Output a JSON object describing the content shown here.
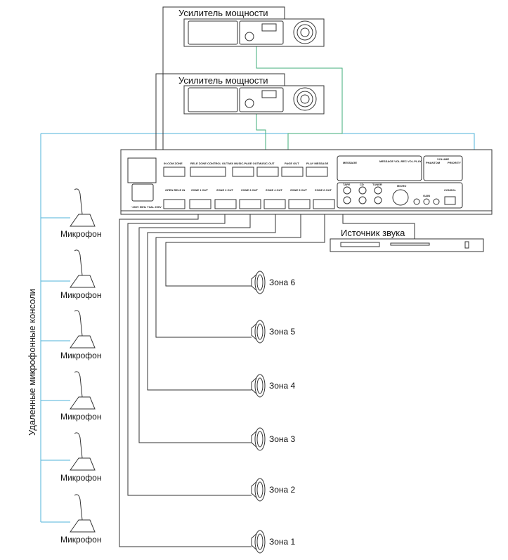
{
  "amplifiers": [
    {
      "label": "Усилитель мощности"
    },
    {
      "label": "Усилитель мощности"
    }
  ],
  "source": {
    "label": "Источник звука"
  },
  "remote_consoles_label": "Удаленные микрофонные консоли",
  "microphones": [
    {
      "label": "Микрофон"
    },
    {
      "label": "Микрофон"
    },
    {
      "label": "Микрофон"
    },
    {
      "label": "Микрофон"
    },
    {
      "label": "Микрофон"
    },
    {
      "label": "Микрофон"
    }
  ],
  "zones": [
    {
      "label": "Зона 6"
    },
    {
      "label": "Зона 5"
    },
    {
      "label": "Зона 4"
    },
    {
      "label": "Зона 3"
    },
    {
      "label": "Зона 2"
    },
    {
      "label": "Зона 1"
    }
  ],
  "main_unit": {
    "top_ports": [
      "IN  COM  ZONE",
      "RELE ZONE CONTROL OUT",
      "MIX MUSIC-PAGE OUT",
      "MUSIC OUT",
      "PAGE OUT",
      "PLAY MESSAGE"
    ],
    "bottom_ports": [
      "OPEN RELE IN",
      "ZONE 1 OUT",
      "ZONE 2 OUT",
      "ZONE 3 OUT",
      "ZONE 4 OUT",
      "ZONE 5 OUT",
      "ZONE 6 OUT"
    ],
    "inputs": [
      "TAPE",
      "CD",
      "TUNER",
      "MICRO",
      "GAIN",
      "CONSOL"
    ],
    "controls": [
      "MESSAGE",
      "MESSAGE VOL.REC  VOL.PLAY",
      "PHANTOM",
      "VOLUME",
      "PRIORITY"
    ],
    "power": "~230V 50Hz  T1AL 250V"
  },
  "colors": {
    "cyan": "#4fb3d9",
    "green": "#3fae7a",
    "line": "#333333"
  }
}
